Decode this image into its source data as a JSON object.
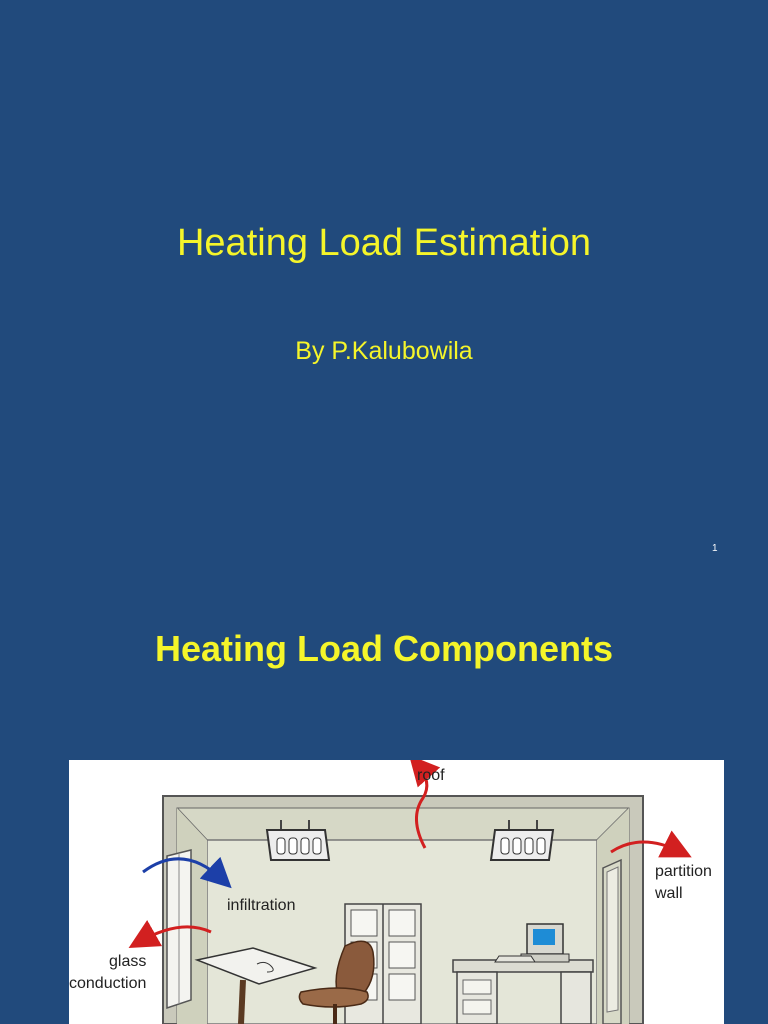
{
  "slide1": {
    "title": "Heating Load Estimation",
    "subtitle": "By P.Kalubowila",
    "page_number": "1"
  },
  "slide2": {
    "title": "Heating Load Components",
    "figure_labels": {
      "roof": "roof",
      "partition_wall_1": "partition",
      "partition_wall_2": "wall",
      "infiltration": "infiltration",
      "glass_1": "glass",
      "glass_2": "conduction"
    }
  }
}
